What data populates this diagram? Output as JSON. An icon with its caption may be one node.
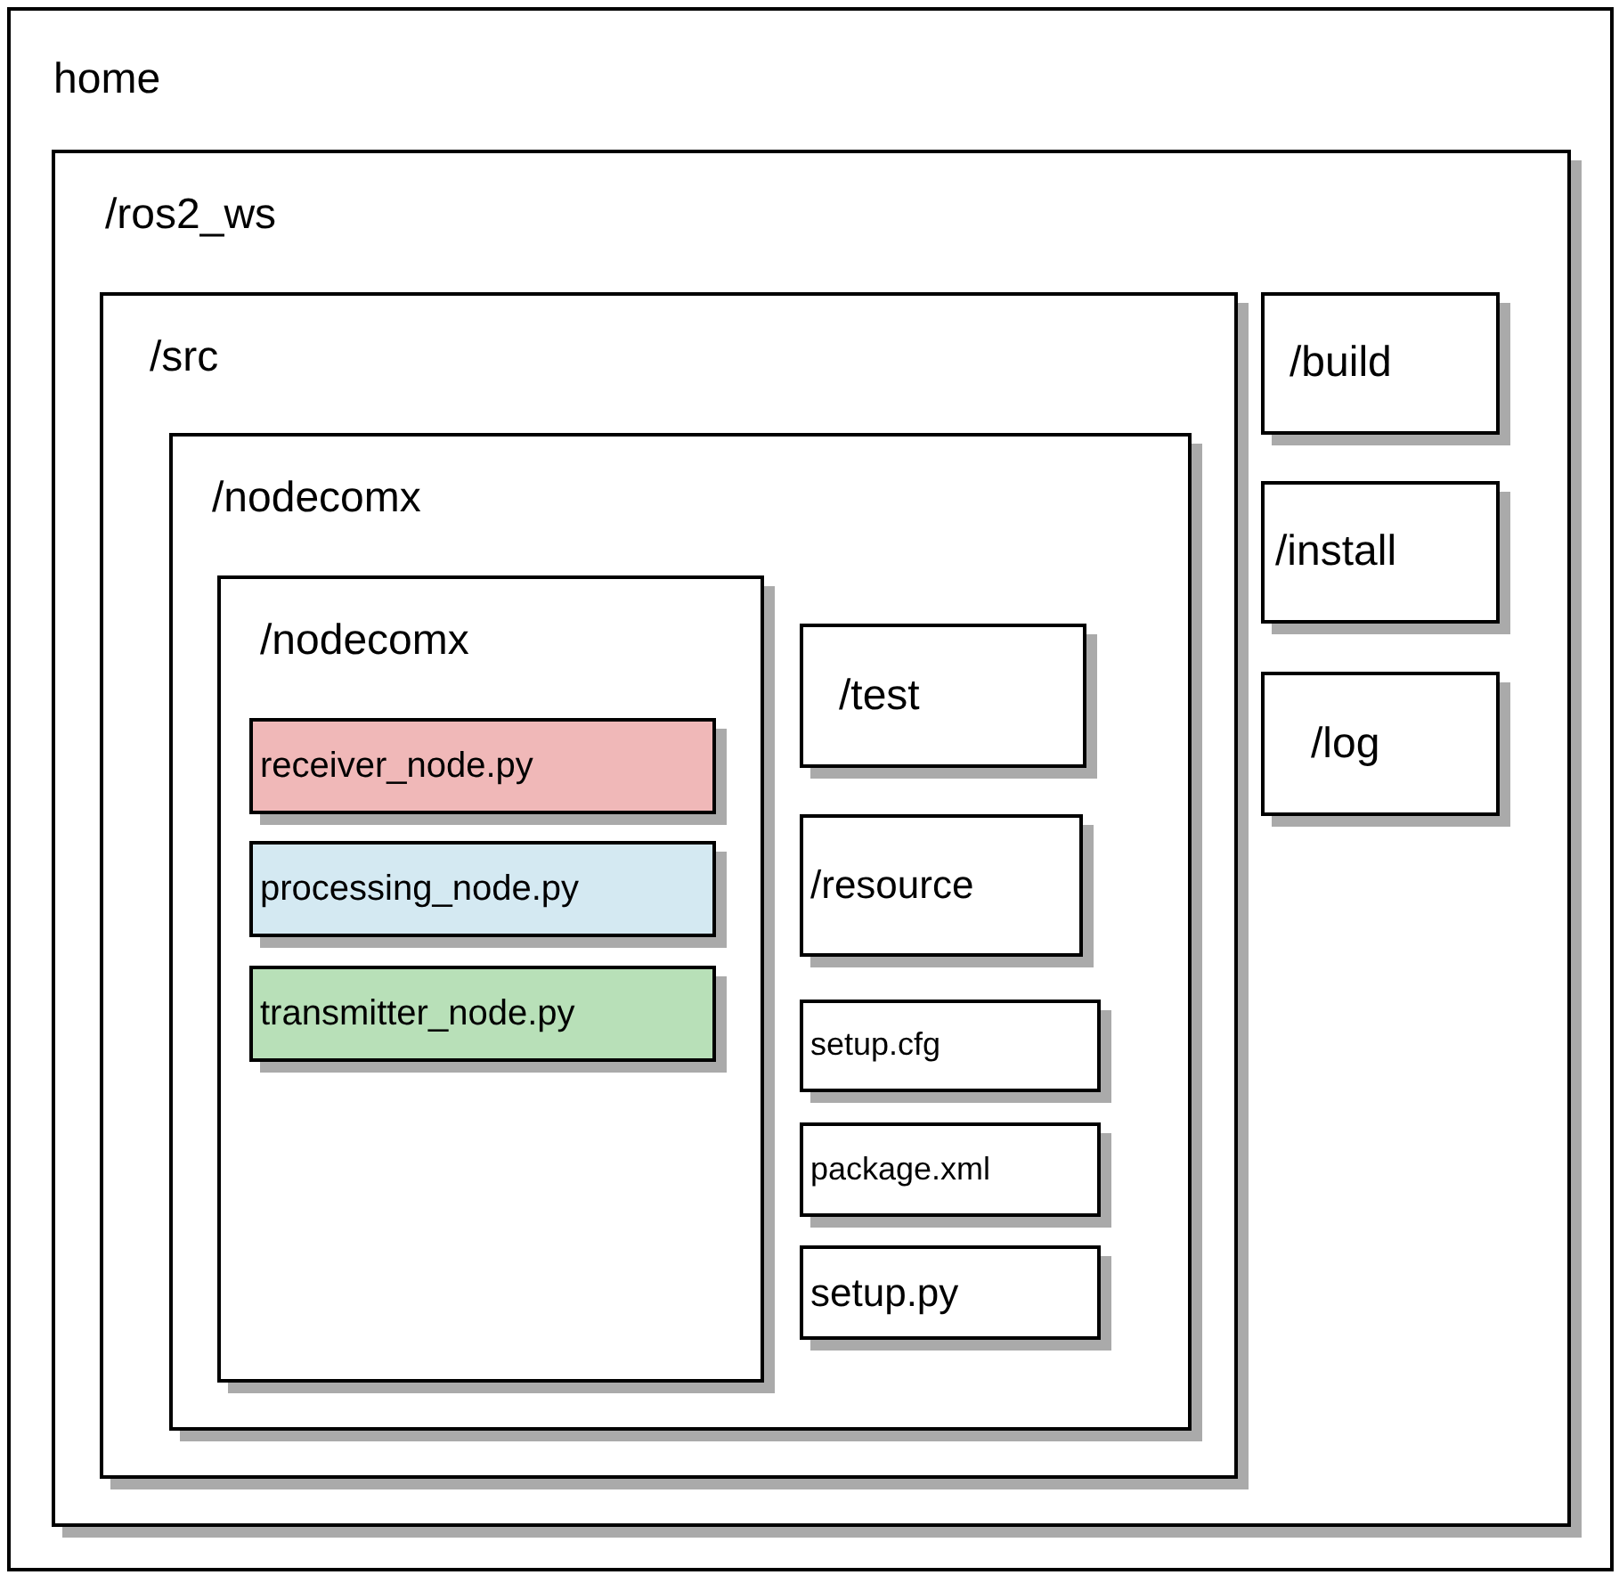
{
  "diagram": {
    "nodes": [
      {
        "text": [
          "home"
        ]
      },
      {
        "text": [
          "/ros2_ws"
        ],
        "in": 0
      },
      {
        "text": [
          "/src"
        ],
        "in": 1
      },
      {
        "text": [
          "/nodecomx"
        ],
        "in": 2
      },
      {
        "text": [
          "/nodecomx"
        ],
        "in": 3
      },
      {
        "text": [
          "receiver_node.py"
        ],
        "in": 4
      },
      {
        "text": [
          "processing_node.py"
        ],
        "in": 4
      },
      {
        "text": [
          "transmitter_node.py"
        ],
        "in": 4
      },
      {
        "text": [
          "/test"
        ],
        "in": 3
      },
      {
        "text": [
          "/resource"
        ],
        "in": 3
      },
      {
        "text": [
          "setup.cfg"
        ],
        "in": 3
      },
      {
        "text": [
          "package.xml"
        ],
        "in": 3
      },
      {
        "text": [
          "setup.py"
        ],
        "in": 3
      },
      {
        "text": [
          "/build"
        ],
        "in": 1
      },
      {
        "text": [
          "/install"
        ],
        "in": 1
      },
      {
        "text": [
          "/log"
        ],
        "in": 1
      }
    ]
  }
}
